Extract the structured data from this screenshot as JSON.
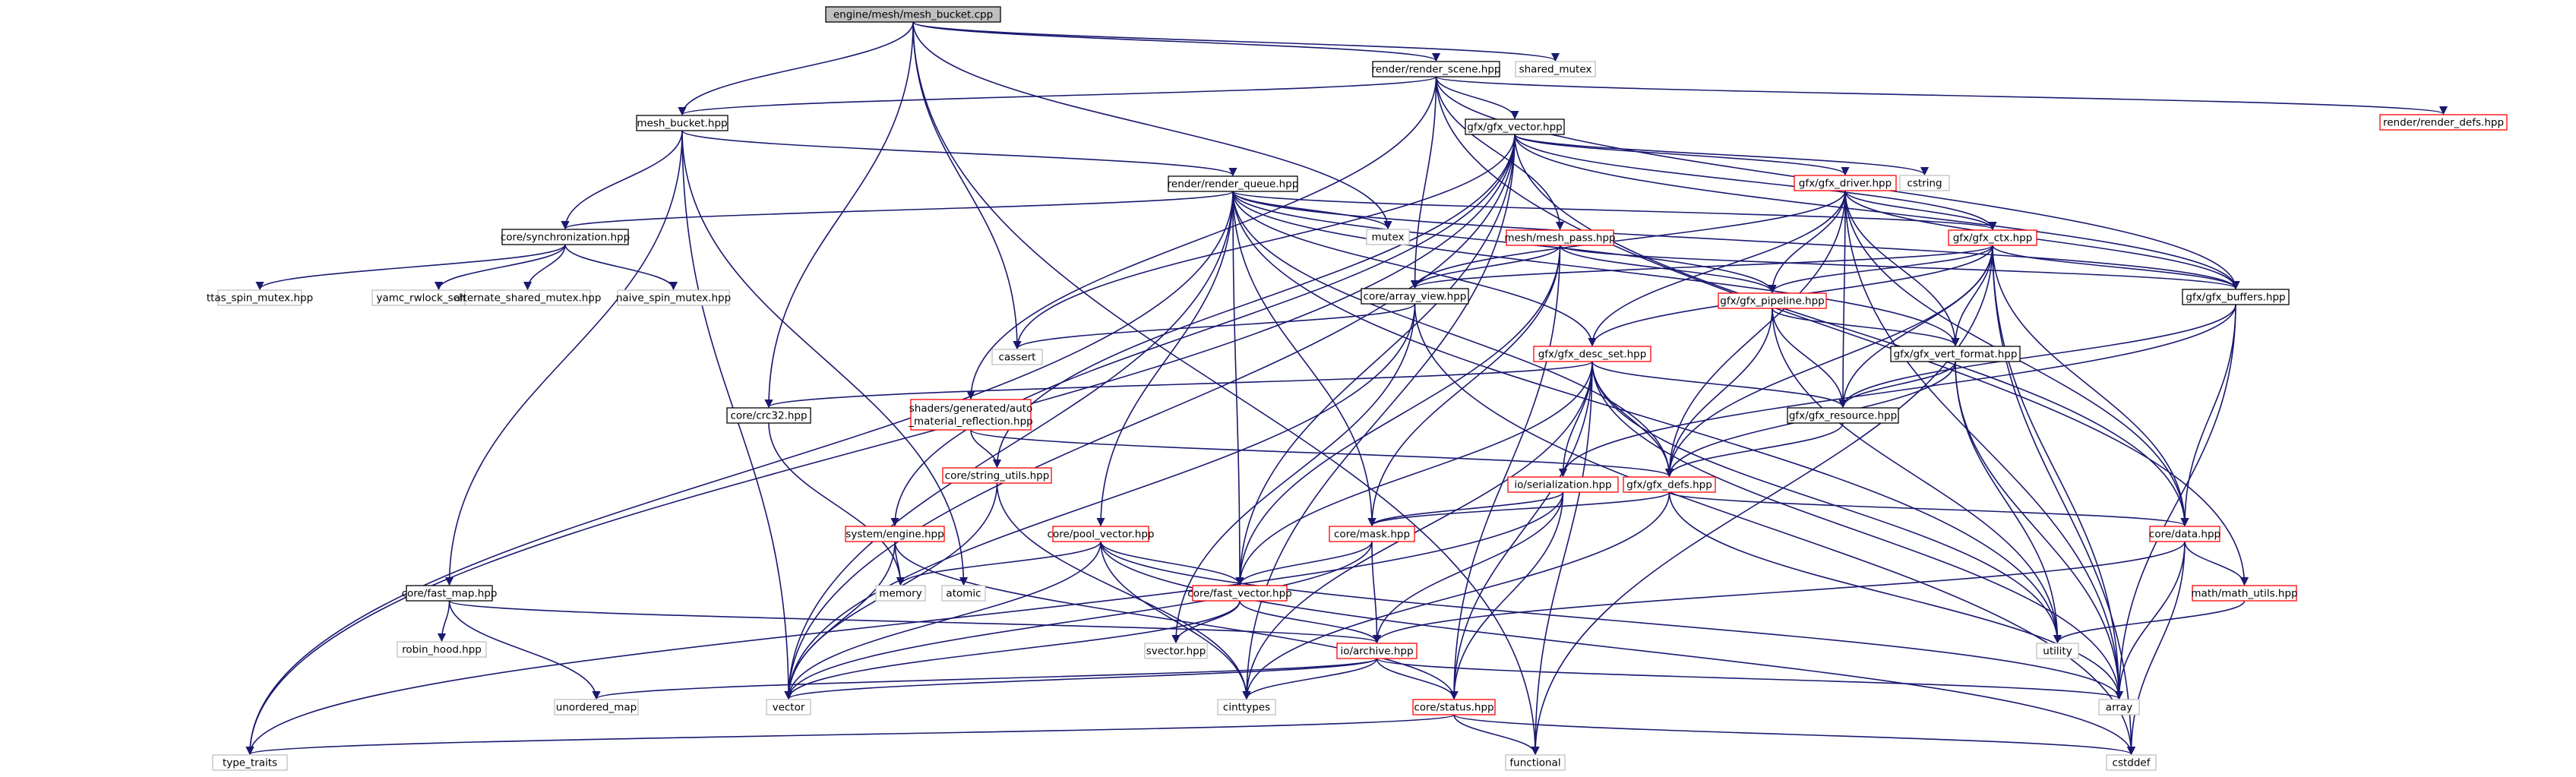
{
  "colors": {
    "root_fill": "#bfbfbf",
    "root_stroke": "#000000",
    "internal_stroke": "#000000",
    "partial_stroke": "#ff0000",
    "external_stroke": "#bfbfbf",
    "edge": "#191970"
  },
  "nodes": [
    {
      "id": "mesh_bucket_cpp",
      "label": "engine/mesh/mesh_bucket.cpp",
      "kind": "root"
    },
    {
      "id": "render_scene",
      "label": "render/render_scene.hpp",
      "kind": "internal"
    },
    {
      "id": "shared_mutex",
      "label": "shared_mutex",
      "kind": "external"
    },
    {
      "id": "render_defs",
      "label": "render/render_defs.hpp",
      "kind": "partial"
    },
    {
      "id": "mesh_bucket_hpp",
      "label": "mesh_bucket.hpp",
      "kind": "internal"
    },
    {
      "id": "gfx_vector",
      "label": "gfx/gfx_vector.hpp",
      "kind": "internal"
    },
    {
      "id": "render_queue",
      "label": "render/render_queue.hpp",
      "kind": "internal"
    },
    {
      "id": "gfx_driver",
      "label": "gfx/gfx_driver.hpp",
      "kind": "partial"
    },
    {
      "id": "cstring",
      "label": "cstring",
      "kind": "external"
    },
    {
      "id": "core_sync",
      "label": "core/synchronization.hpp",
      "kind": "internal"
    },
    {
      "id": "mutex",
      "label": "mutex",
      "kind": "external"
    },
    {
      "id": "gfx_ctx",
      "label": "gfx/gfx_ctx.hpp",
      "kind": "partial"
    },
    {
      "id": "mesh_pass",
      "label": "mesh/mesh_pass.hpp",
      "kind": "partial"
    },
    {
      "id": "ttas",
      "label": "ttas_spin_mutex.hpp",
      "kind": "external"
    },
    {
      "id": "yamc",
      "label": "yamc_rwlock_sched.hpp",
      "kind": "external"
    },
    {
      "id": "alt_shared",
      "label": "alternate_shared_mutex.hpp",
      "kind": "external"
    },
    {
      "id": "naive_spin",
      "label": "naive_spin_mutex.hpp",
      "kind": "external"
    },
    {
      "id": "array_view",
      "label": "core/array_view.hpp",
      "kind": "internal"
    },
    {
      "id": "gfx_pipeline",
      "label": "gfx/gfx_pipeline.hpp",
      "kind": "partial"
    },
    {
      "id": "gfx_buffers",
      "label": "gfx/gfx_buffers.hpp",
      "kind": "internal"
    },
    {
      "id": "cassert",
      "label": "cassert",
      "kind": "external"
    },
    {
      "id": "gfx_desc_set",
      "label": "gfx/gfx_desc_set.hpp",
      "kind": "partial"
    },
    {
      "id": "gfx_vert_format",
      "label": "gfx/gfx_vert_format.hpp",
      "kind": "internal"
    },
    {
      "id": "crc32",
      "label": "core/crc32.hpp",
      "kind": "internal"
    },
    {
      "id": "shaders_auto",
      "label": [
        "shaders/generated/auto",
        "_material_reflection.hpp"
      ],
      "kind": "partial"
    },
    {
      "id": "gfx_resource",
      "label": "gfx/gfx_resource.hpp",
      "kind": "internal"
    },
    {
      "id": "string_utils",
      "label": "core/string_utils.hpp",
      "kind": "partial"
    },
    {
      "id": "io_serialization",
      "label": "io/serialization.hpp",
      "kind": "partial"
    },
    {
      "id": "gfx_defs",
      "label": "gfx/gfx_defs.hpp",
      "kind": "partial"
    },
    {
      "id": "system_engine",
      "label": "system/engine.hpp",
      "kind": "partial"
    },
    {
      "id": "pool_vector",
      "label": "core/pool_vector.hpp",
      "kind": "partial"
    },
    {
      "id": "core_mask",
      "label": "core/mask.hpp",
      "kind": "partial"
    },
    {
      "id": "core_data",
      "label": "core/data.hpp",
      "kind": "partial"
    },
    {
      "id": "memory",
      "label": "memory",
      "kind": "external"
    },
    {
      "id": "atomic",
      "label": "atomic",
      "kind": "external"
    },
    {
      "id": "fast_vector",
      "label": "core/fast_vector.hpp",
      "kind": "partial"
    },
    {
      "id": "fast_map",
      "label": "core/fast_map.hpp",
      "kind": "internal"
    },
    {
      "id": "math_utils",
      "label": "math/math_utils.hpp",
      "kind": "partial"
    },
    {
      "id": "robin_hood",
      "label": "robin_hood.hpp",
      "kind": "external"
    },
    {
      "id": "svector",
      "label": "svector.hpp",
      "kind": "external"
    },
    {
      "id": "io_archive",
      "label": "io/archive.hpp",
      "kind": "partial"
    },
    {
      "id": "utility",
      "label": "utility",
      "kind": "external"
    },
    {
      "id": "unordered_map",
      "label": "unordered_map",
      "kind": "external"
    },
    {
      "id": "vector",
      "label": "vector",
      "kind": "external"
    },
    {
      "id": "cinttypes",
      "label": "cinttypes",
      "kind": "external"
    },
    {
      "id": "array",
      "label": "array",
      "kind": "external"
    },
    {
      "id": "core_status",
      "label": "core/status.hpp",
      "kind": "partial"
    },
    {
      "id": "type_traits",
      "label": "type_traits",
      "kind": "external"
    },
    {
      "id": "functional",
      "label": "functional",
      "kind": "external"
    },
    {
      "id": "cstddef",
      "label": "cstddef",
      "kind": "external"
    }
  ],
  "edges": [
    [
      "mesh_bucket_cpp",
      "render_scene"
    ],
    [
      "mesh_bucket_cpp",
      "shared_mutex"
    ],
    [
      "mesh_bucket_cpp",
      "mesh_bucket_hpp"
    ],
    [
      "mesh_bucket_cpp",
      "crc32"
    ],
    [
      "mesh_bucket_cpp",
      "cassert"
    ],
    [
      "mesh_bucket_cpp",
      "mutex"
    ],
    [
      "mesh_bucket_cpp",
      "functional"
    ],
    [
      "render_scene",
      "render_defs"
    ],
    [
      "render_scene",
      "mesh_bucket_hpp"
    ],
    [
      "render_scene",
      "gfx_vector"
    ],
    [
      "render_scene",
      "mesh_pass"
    ],
    [
      "render_scene",
      "array_view"
    ],
    [
      "render_scene",
      "shaders_auto"
    ],
    [
      "render_scene",
      "gfx_buffers"
    ],
    [
      "render_scene",
      "math_utils"
    ],
    [
      "mesh_bucket_hpp",
      "render_queue"
    ],
    [
      "mesh_bucket_hpp",
      "core_sync"
    ],
    [
      "mesh_bucket_hpp",
      "fast_map"
    ],
    [
      "mesh_bucket_hpp",
      "vector"
    ],
    [
      "mesh_bucket_hpp",
      "atomic"
    ],
    [
      "gfx_vector",
      "gfx_driver"
    ],
    [
      "gfx_vector",
      "cstring"
    ],
    [
      "gfx_vector",
      "gfx_ctx"
    ],
    [
      "gfx_vector",
      "gfx_buffers"
    ],
    [
      "gfx_vector",
      "string_utils"
    ],
    [
      "gfx_vector",
      "system_engine"
    ],
    [
      "gfx_vector",
      "cassert"
    ],
    [
      "gfx_vector",
      "vector"
    ],
    [
      "gfx_vector",
      "type_traits"
    ],
    [
      "gfx_vector",
      "cinttypes"
    ],
    [
      "gfx_vector",
      "core_data"
    ],
    [
      "gfx_vector",
      "fast_vector"
    ],
    [
      "render_queue",
      "core_sync"
    ],
    [
      "render_queue",
      "mutex"
    ],
    [
      "render_queue",
      "gfx_ctx"
    ],
    [
      "render_queue",
      "gfx_pipeline"
    ],
    [
      "render_queue",
      "gfx_buffers"
    ],
    [
      "render_queue",
      "gfx_desc_set"
    ],
    [
      "render_queue",
      "gfx_vert_format"
    ],
    [
      "render_queue",
      "pool_vector"
    ],
    [
      "render_queue",
      "core_mask"
    ],
    [
      "render_queue",
      "fast_vector"
    ],
    [
      "render_queue",
      "vector"
    ],
    [
      "render_queue",
      "utility"
    ],
    [
      "render_queue",
      "gfx_defs"
    ],
    [
      "render_queue",
      "type_traits"
    ],
    [
      "gfx_driver",
      "array_view"
    ],
    [
      "gfx_driver",
      "gfx_ctx"
    ],
    [
      "gfx_driver",
      "gfx_pipeline"
    ],
    [
      "gfx_driver",
      "gfx_buffers"
    ],
    [
      "gfx_driver",
      "gfx_desc_set"
    ],
    [
      "gfx_driver",
      "gfx_resource"
    ],
    [
      "gfx_driver",
      "gfx_vert_format"
    ],
    [
      "gfx_driver",
      "gfx_defs"
    ],
    [
      "gfx_driver",
      "array"
    ],
    [
      "gfx_driver",
      "core_data"
    ],
    [
      "core_sync",
      "ttas"
    ],
    [
      "core_sync",
      "yamc"
    ],
    [
      "core_sync",
      "alt_shared"
    ],
    [
      "core_sync",
      "naive_spin"
    ],
    [
      "gfx_ctx",
      "array_view"
    ],
    [
      "gfx_ctx",
      "gfx_pipeline"
    ],
    [
      "gfx_ctx",
      "gfx_buffers"
    ],
    [
      "gfx_ctx",
      "gfx_desc_set"
    ],
    [
      "gfx_ctx",
      "gfx_vert_format"
    ],
    [
      "gfx_ctx",
      "gfx_resource"
    ],
    [
      "gfx_ctx",
      "gfx_defs"
    ],
    [
      "gfx_ctx",
      "core_data"
    ],
    [
      "gfx_ctx",
      "cstddef"
    ],
    [
      "gfx_ctx",
      "array"
    ],
    [
      "gfx_ctx",
      "functional"
    ],
    [
      "mesh_pass",
      "array_view"
    ],
    [
      "mesh_pass",
      "gfx_pipeline"
    ],
    [
      "mesh_pass",
      "core_mask"
    ],
    [
      "mesh_pass",
      "fast_vector"
    ],
    [
      "mesh_pass",
      "core_status"
    ],
    [
      "mesh_pass",
      "gfx_buffers"
    ],
    [
      "array_view",
      "cassert"
    ],
    [
      "array_view",
      "svector"
    ],
    [
      "array_view",
      "vector"
    ],
    [
      "array_view",
      "cstddef"
    ],
    [
      "gfx_pipeline",
      "gfx_vert_format"
    ],
    [
      "gfx_pipeline",
      "gfx_resource"
    ],
    [
      "gfx_pipeline",
      "gfx_defs"
    ],
    [
      "gfx_pipeline",
      "utility"
    ],
    [
      "gfx_buffers",
      "gfx_resource"
    ],
    [
      "gfx_buffers",
      "core_data"
    ],
    [
      "gfx_buffers",
      "array"
    ],
    [
      "gfx_buffers",
      "io_serialization"
    ],
    [
      "gfx_desc_set",
      "crc32"
    ],
    [
      "gfx_desc_set",
      "gfx_resource"
    ],
    [
      "gfx_desc_set",
      "gfx_defs"
    ],
    [
      "gfx_desc_set",
      "io_serialization"
    ],
    [
      "gfx_desc_set",
      "fast_vector"
    ],
    [
      "gfx_desc_set",
      "utility"
    ],
    [
      "gfx_desc_set",
      "array"
    ],
    [
      "gfx_desc_set",
      "functional"
    ],
    [
      "gfx_desc_set",
      "cinttypes"
    ],
    [
      "gfx_desc_set",
      "core_status"
    ],
    [
      "gfx_vert_format",
      "gfx_resource"
    ],
    [
      "gfx_vert_format",
      "gfx_defs"
    ],
    [
      "gfx_vert_format",
      "utility"
    ],
    [
      "gfx_vert_format",
      "array"
    ],
    [
      "crc32",
      "memory"
    ],
    [
      "shaders_auto",
      "string_utils"
    ],
    [
      "shaders_auto",
      "gfx_defs"
    ],
    [
      "gfx_resource",
      "gfx_defs"
    ],
    [
      "string_utils",
      "vector"
    ],
    [
      "string_utils",
      "cinttypes"
    ],
    [
      "io_serialization",
      "core_mask"
    ],
    [
      "io_serialization",
      "io_archive"
    ],
    [
      "io_serialization",
      "core_status"
    ],
    [
      "io_serialization",
      "type_traits"
    ],
    [
      "gfx_defs",
      "core_mask"
    ],
    [
      "gfx_defs",
      "core_data"
    ],
    [
      "gfx_defs",
      "array"
    ],
    [
      "gfx_defs",
      "cinttypes"
    ],
    [
      "system_engine",
      "memory"
    ],
    [
      "system_engine",
      "vector"
    ],
    [
      "system_engine",
      "core_status"
    ],
    [
      "pool_vector",
      "memory"
    ],
    [
      "pool_vector",
      "fast_vector"
    ],
    [
      "pool_vector",
      "vector"
    ],
    [
      "pool_vector",
      "cinttypes"
    ],
    [
      "pool_vector",
      "array"
    ],
    [
      "pool_vector",
      "cstddef"
    ],
    [
      "core_mask",
      "fast_vector"
    ],
    [
      "core_mask",
      "io_archive"
    ],
    [
      "core_mask",
      "vector"
    ],
    [
      "core_data",
      "math_utils"
    ],
    [
      "core_data",
      "io_archive"
    ],
    [
      "core_data",
      "array"
    ],
    [
      "core_data",
      "cstddef"
    ],
    [
      "fast_vector",
      "svector"
    ],
    [
      "fast_vector",
      "io_archive"
    ],
    [
      "fast_vector",
      "vector"
    ],
    [
      "fast_map",
      "robin_hood"
    ],
    [
      "fast_map",
      "unordered_map"
    ],
    [
      "fast_map",
      "io_archive"
    ],
    [
      "math_utils",
      "utility"
    ],
    [
      "io_archive",
      "unordered_map"
    ],
    [
      "io_archive",
      "vector"
    ],
    [
      "io_archive",
      "cinttypes"
    ],
    [
      "io_archive",
      "array"
    ],
    [
      "io_archive",
      "core_status"
    ],
    [
      "core_status",
      "type_traits"
    ],
    [
      "core_status",
      "functional"
    ],
    [
      "core_status",
      "cstddef"
    ]
  ]
}
